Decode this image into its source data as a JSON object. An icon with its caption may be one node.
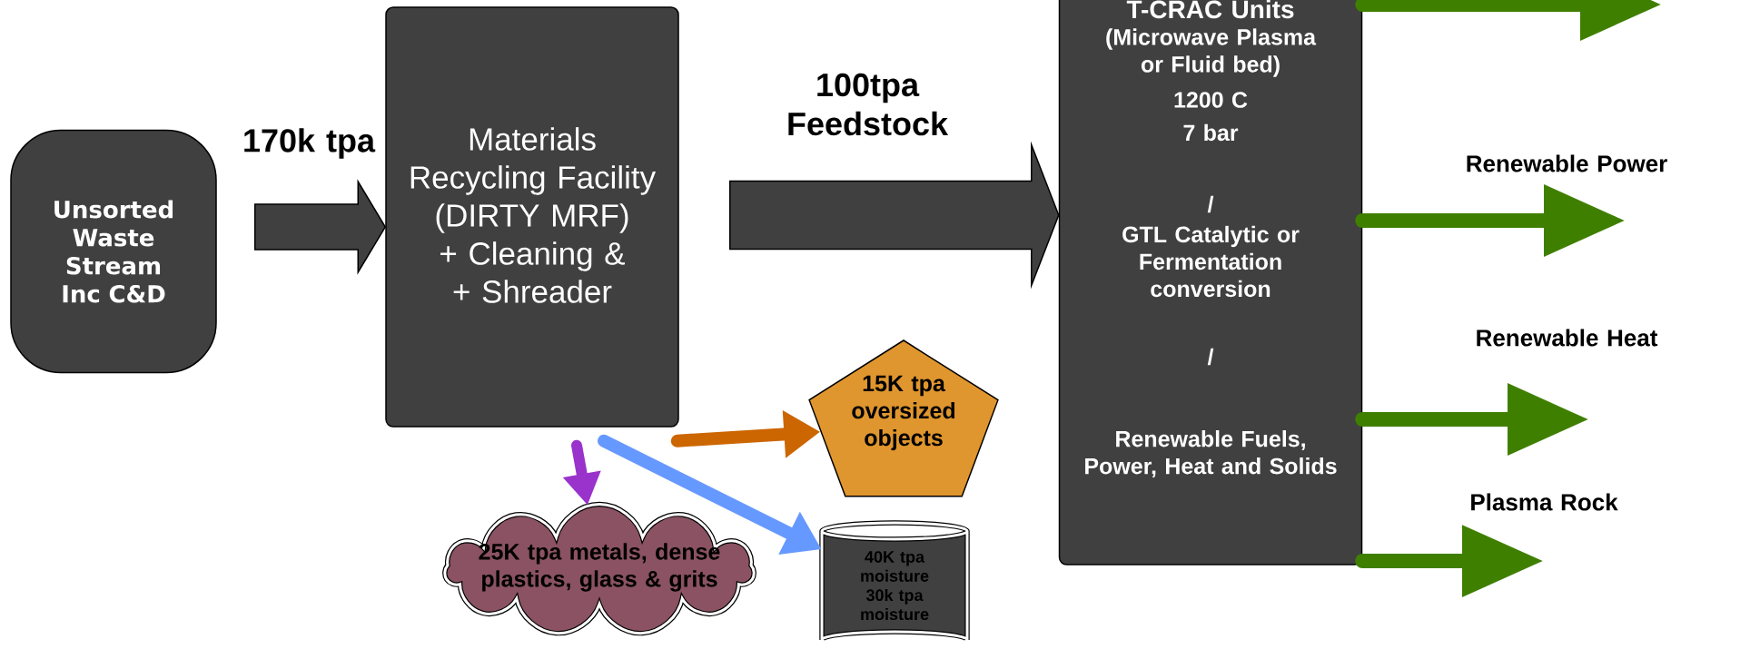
{
  "diagram": {
    "nodes": [
      {
        "text": [
          "Unsorted Waste Stream Inc C&D"
        ]
      },
      {
        "text": [
          "Materials Recycling Facility (DIRTY MRF) + Cleaning & + Shreader"
        ]
      },
      {
        "text": [
          "T-CRAC Units",
          "(Microwave Plasma or Fluid bed)",
          "1200 C",
          "7 bar",
          "/",
          "GTL Catalytic or Fermentation conversion",
          "/",
          "Renewable Fuels, Power, Heat and Solids"
        ]
      },
      {
        "text": [
          "15K tpa oversized objects"
        ]
      },
      {
        "text": [
          "25K tpa metals, dense plastics, glass & grits"
        ]
      },
      {
        "text": [
          "40K tpa moisture",
          "30k tpa moisture"
        ]
      }
    ],
    "edges": [
      {
        "from": 0,
        "to": 1,
        "arrow": "to",
        "label": "170k tpa",
        "style": "thick",
        "color": "#404040"
      },
      {
        "from": 1,
        "to": 2,
        "arrow": "to",
        "label": "100tpa Feedstock",
        "style": "thick",
        "color": "#404040"
      },
      {
        "from": 1,
        "to": 3,
        "arrow": "to",
        "color": "#cc6600"
      },
      {
        "from": 1,
        "to": 4,
        "arrow": "to",
        "color": "#9933cc"
      },
      {
        "from": 1,
        "to": 5,
        "arrow": "to",
        "color": "#6699ff"
      },
      {
        "from": 2,
        "to": null,
        "arrow": "to"
      },
      {
        "from": 2,
        "to": null,
        "arrow": "to",
        "label": "Renewable Power"
      },
      {
        "from": 2,
        "to": null,
        "arrow": "to",
        "label": "Renewable Heat"
      },
      {
        "from": 2,
        "to": null,
        "arrow": "to",
        "label": "Plasma Rock"
      }
    ]
  }
}
